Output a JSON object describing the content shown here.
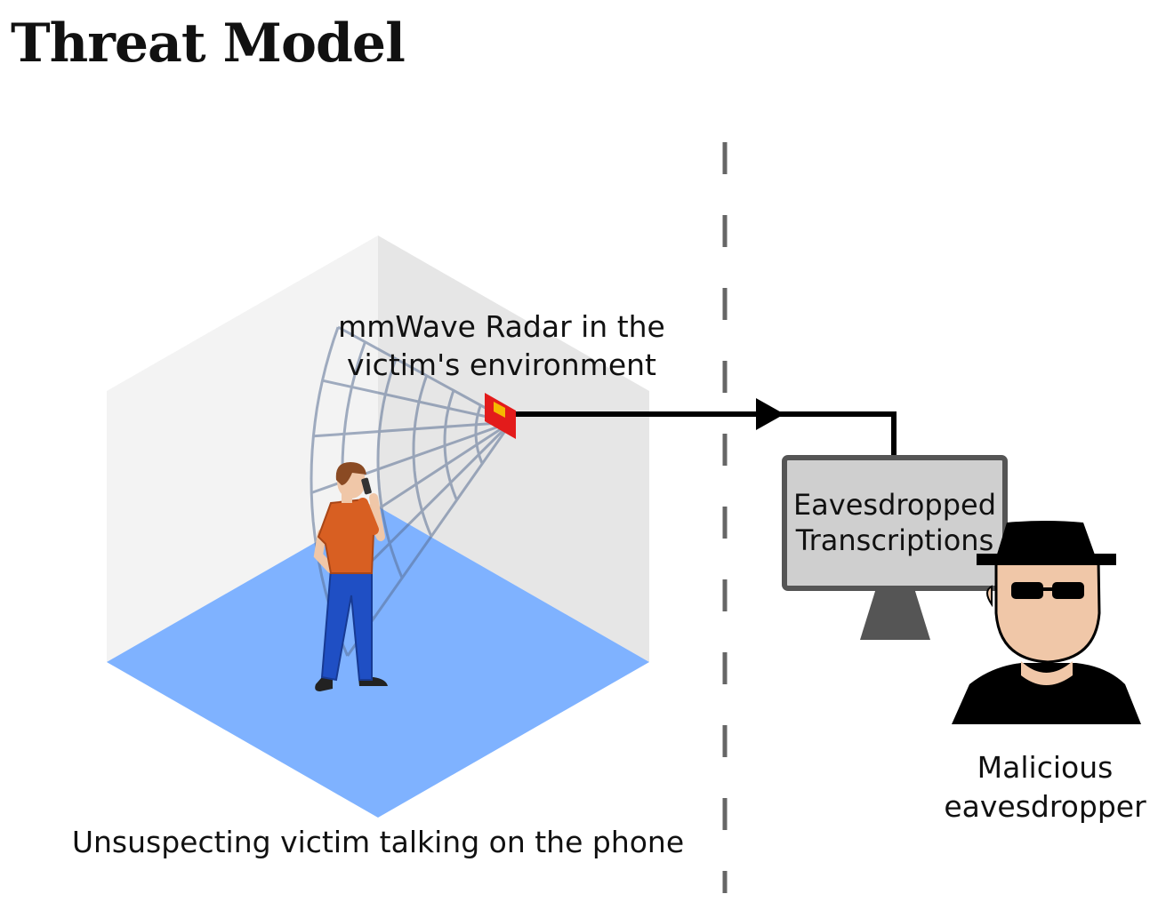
{
  "title": "Threat Model",
  "labels": {
    "radar": [
      "mmWave Radar in the",
      "victim's environment"
    ],
    "victim": "Unsuspecting victim talking on the phone",
    "monitor": [
      "Eavesdropped",
      "Transcriptions"
    ],
    "attacker": [
      "Malicious",
      "eavesdropper"
    ]
  },
  "icons": {
    "radar": "radar-icon",
    "person": "person-on-phone-icon",
    "monitor": "monitor-icon",
    "attacker": "eavesdropper-icon"
  },
  "colors": {
    "floor": "#7fb2ff",
    "left_wall": "#f3f3f3",
    "right_wall": "#e6e6e6",
    "radar": "#e31b1b",
    "radar_chip": "#f5b800",
    "radar_waves": "#5a6f94",
    "shirt": "#d85f22",
    "pants": "#1f4fc4",
    "skin": "#f0c7a8",
    "monitor_screen": "#cfcfcf",
    "monitor_frame": "#555555",
    "arrow": "#000000",
    "divider": "#666666"
  }
}
